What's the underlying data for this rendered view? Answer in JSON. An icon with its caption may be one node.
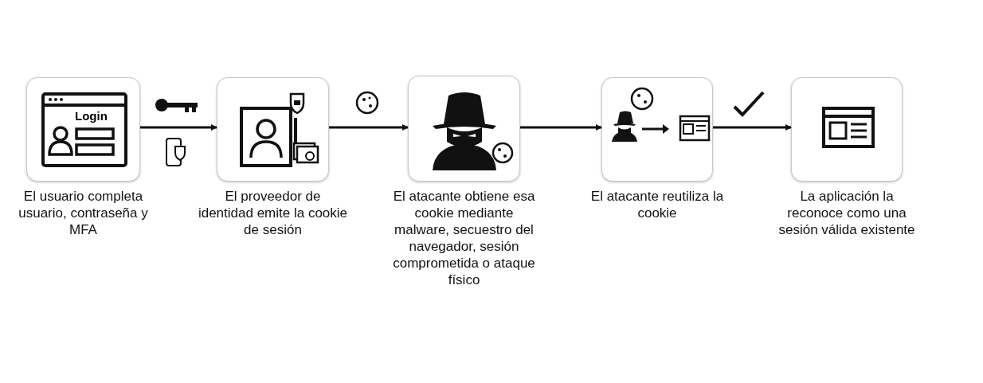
{
  "diagram": {
    "nodes": [
      {
        "text": [],
        "shape": "box",
        "beside": [
          "El usuario completa usuario, contraseña y MFA"
        ]
      },
      {
        "text": [],
        "shape": "box",
        "beside": [
          "El proveedor de identidad emite la cookie de sesión"
        ]
      },
      {
        "text": [],
        "shape": "box",
        "beside": [
          "El atacante obtiene esa cookie mediante malware, secuestro del navegador, sesión comprometida o ataque físico"
        ]
      },
      {
        "text": [],
        "shape": "box",
        "beside": [
          "El atacante reutiliza la cookie"
        ]
      },
      {
        "text": [],
        "shape": "box",
        "beside": [
          "La aplicación la reconoce como una sesión válida existente"
        ]
      }
    ],
    "edges": [
      {
        "from": 0,
        "to": 1,
        "arrow": "to"
      },
      {
        "from": 1,
        "to": 2,
        "arrow": "to"
      },
      {
        "from": 2,
        "to": 3,
        "arrow": "to"
      },
      {
        "from": 3,
        "to": 4,
        "arrow": "to"
      }
    ],
    "labels": [
      "Login"
    ]
  }
}
